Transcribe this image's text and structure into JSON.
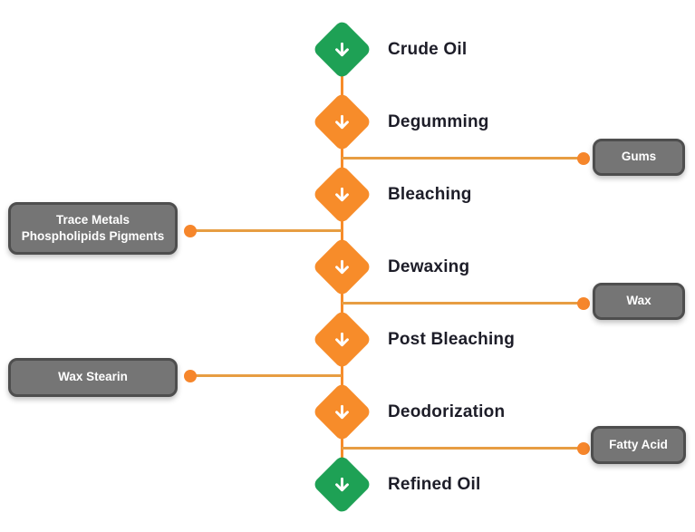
{
  "colors": {
    "green": "#1ea155",
    "orange": "#f78c2a",
    "line": "#e79d42",
    "dot": "#f6862b",
    "boxFill": "#757575",
    "boxBorder": "#4e4e4e",
    "boxText": "#ffffff",
    "labelText": "#1d1d28",
    "bg": "#ffffff"
  },
  "flow": {
    "steps": [
      {
        "label": "Crude Oil",
        "kind": "terminal",
        "icon": "arrow-down-icon"
      },
      {
        "label": "Degumming",
        "kind": "process",
        "icon": "arrow-down-icon"
      },
      {
        "label": "Bleaching",
        "kind": "process",
        "icon": "arrow-down-icon"
      },
      {
        "label": "Dewaxing",
        "kind": "process",
        "icon": "arrow-down-icon"
      },
      {
        "label": "Post Bleaching",
        "kind": "process",
        "icon": "arrow-down-icon"
      },
      {
        "label": "Deodorization",
        "kind": "process",
        "icon": "arrow-down-icon"
      },
      {
        "label": "Refined Oil",
        "kind": "terminal",
        "icon": "arrow-down-icon"
      }
    ],
    "outputs": [
      {
        "label": "Gums",
        "side": "right",
        "from": "Degumming"
      },
      {
        "label_line1": "Trace Metals",
        "label_line2": "Phospholipids Pigments",
        "side": "left",
        "from": "Bleaching"
      },
      {
        "label": "Wax",
        "side": "right",
        "from": "Dewaxing"
      },
      {
        "label": "Wax Stearin",
        "side": "left",
        "from": "Post Bleaching"
      },
      {
        "label": "Fatty Acid",
        "side": "right",
        "from": "Deodorization"
      }
    ]
  }
}
